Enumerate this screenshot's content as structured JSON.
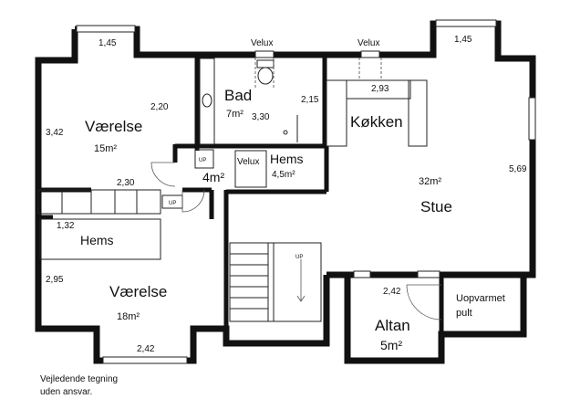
{
  "rooms": {
    "vaerelse_top": {
      "name": "Værelse",
      "area": "15m²"
    },
    "bad": {
      "name": "Bad",
      "area": "7m²"
    },
    "hall": {
      "area": "4m²"
    },
    "hems_small": {
      "name": "Hems",
      "area": "4,5m²"
    },
    "kokken": {
      "name": "Køkken"
    },
    "stue": {
      "name": "Stue",
      "area": "32m²"
    },
    "hems_left": {
      "name": "Hems"
    },
    "vaerelse_bottom": {
      "name": "Værelse",
      "area": "18m²"
    },
    "altan": {
      "name": "Altan",
      "area": "5m²"
    },
    "uopvarmet": {
      "line1": "Uopvarmet",
      "line2": "pult"
    }
  },
  "velux": {
    "bad": "Velux",
    "kitchen": "Velux",
    "hall": "Velux"
  },
  "dimensions": {
    "win_top_left": "1,45",
    "win_top_right": "1,45",
    "bad_left": "2,20",
    "bad_mid": "3,30",
    "bad_right": "2,15",
    "vaerelse_left": "3,42",
    "vaerelse_bottom_edge": "2,30",
    "hems_left": "1,32",
    "vaerelse2_left": "2,95",
    "win_bottom": "2,42",
    "kitchen_counter": "2,93",
    "stue_right": "5,69",
    "altan_top": "2,42"
  },
  "markers": {
    "up1": "UP",
    "up2": "UP",
    "up3": "UP"
  },
  "note": {
    "line1": "Vejledende tegning",
    "line2": "uden ansvar."
  }
}
